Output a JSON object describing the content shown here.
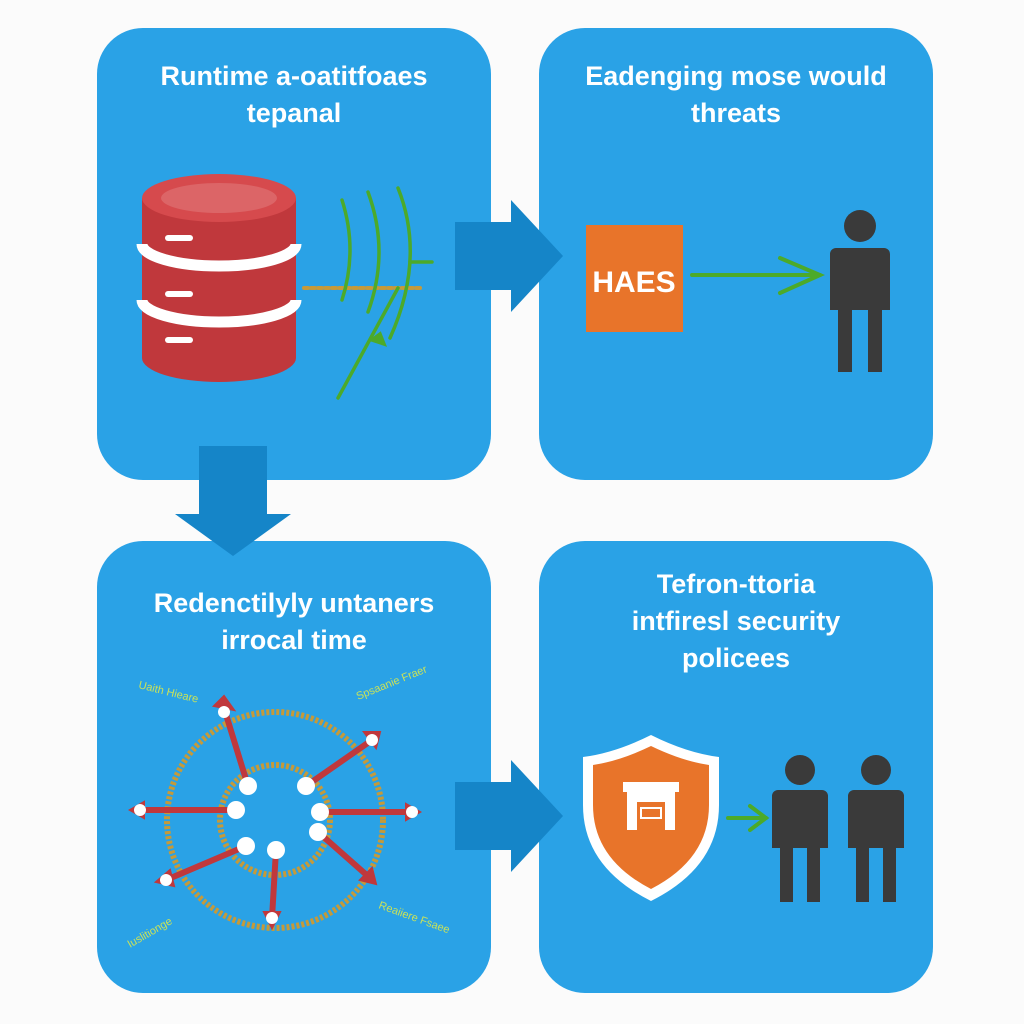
{
  "colors": {
    "background": "#fbfbfb",
    "panel": "#2aa2e6",
    "arrow": "#1585c8",
    "database_red": "#c0383c",
    "signal_green": "#4caa2a",
    "accent_orange": "#e8742a",
    "person": "#3a3a3a",
    "dots": "#c59a3a"
  },
  "panels": [
    {
      "title": "Runtime a-oatitfoaes\ntepanal"
    },
    {
      "title": "Eadenging mose would\nthreats",
      "box_label": "HAES"
    },
    {
      "title": "Redenctilуly untaners\nirrocal time",
      "labels": [
        "Uaith Hieare",
        "Spsaanie Fraer",
        "Iuslitionge",
        "Reaiiere Fsaee"
      ]
    },
    {
      "title": "Tefron-ttoria\nintfiresl security\npolicees"
    }
  ],
  "icons": {
    "panel1": [
      "database-icon",
      "signal-waves-icon"
    ],
    "panel2": [
      "haes-box-icon",
      "green-arrow-icon",
      "person-icon"
    ],
    "panel3": [
      "network-arrows-icon"
    ],
    "panel4": [
      "shield-icon",
      "green-arrow-icon",
      "people-icon"
    ],
    "connectors": [
      "arrow-right-icon",
      "arrow-down-icon",
      "arrow-right-icon"
    ]
  }
}
